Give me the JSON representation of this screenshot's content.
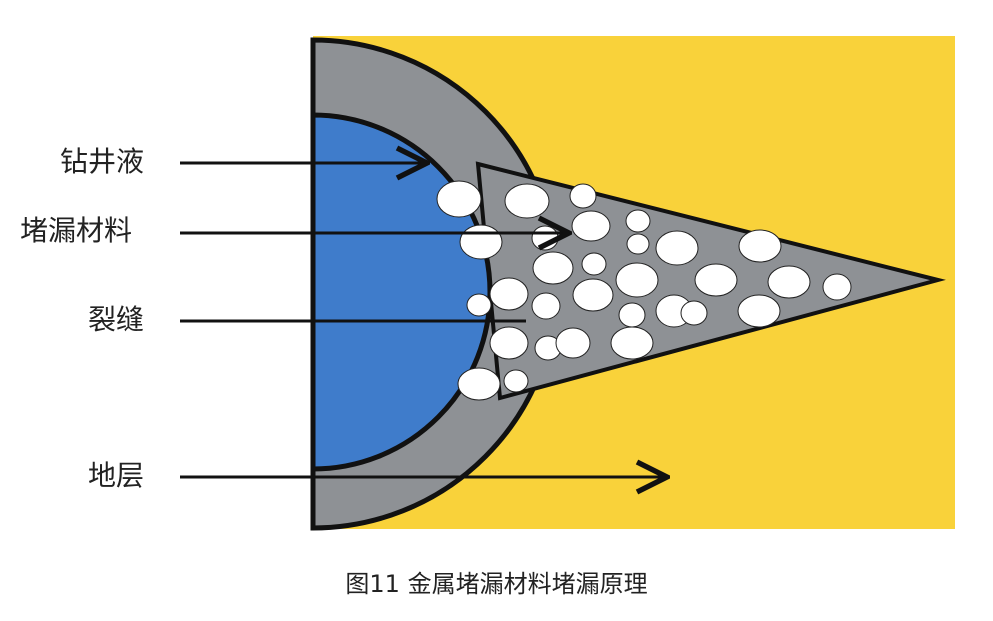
{
  "labels": {
    "drilling_fluid": "钻井液",
    "plugging_material": "堵漏材料",
    "fracture": "裂缝",
    "formation": "地层"
  },
  "caption": "图11   金属堵漏材料堵漏原理",
  "colors": {
    "formation": "#F9D23A",
    "wellbore_annulus": "#8E9195",
    "drilling_fluid": "#3F7CCB",
    "outline": "#111111",
    "particle": "#FFFFFF"
  }
}
